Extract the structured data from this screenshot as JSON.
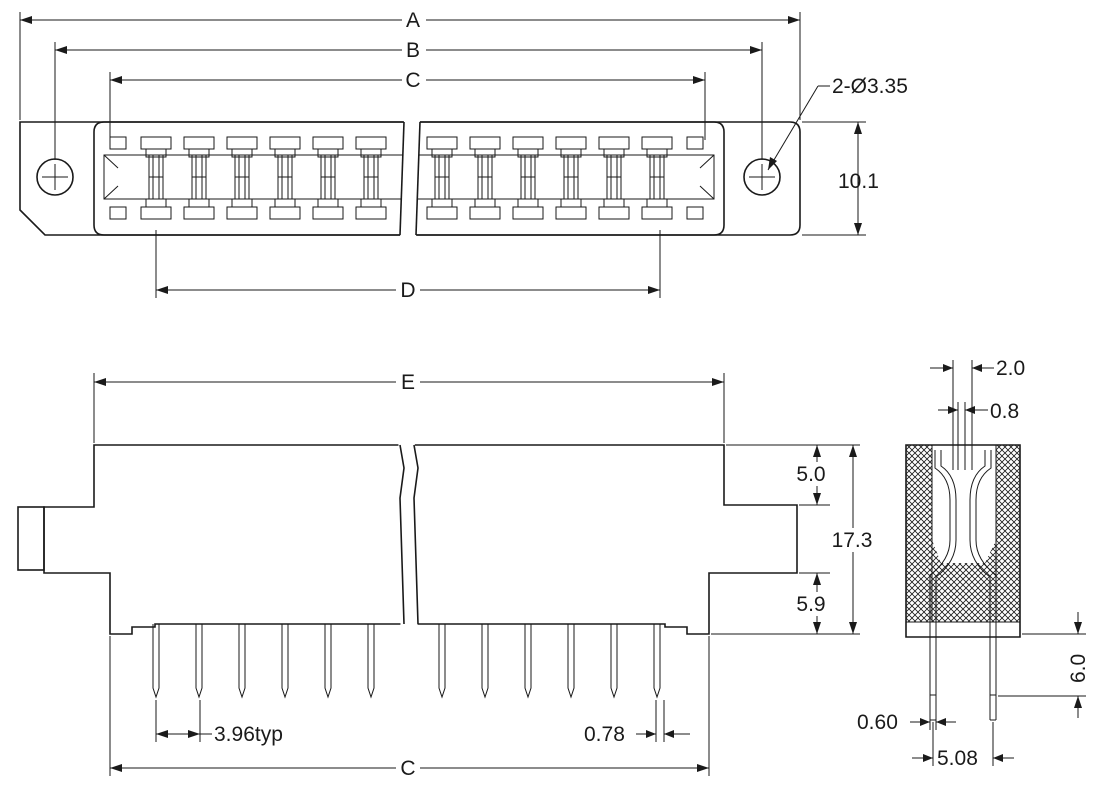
{
  "labels": {
    "A": "A",
    "B": "B",
    "C_top": "C",
    "D": "D",
    "E": "E",
    "C_bottom": "C",
    "hole": "2-Ø3.35",
    "height_top": "10.1",
    "h_5_0": "5.0",
    "h_17_3": "17.3",
    "h_5_9": "5.9",
    "pitch": "3.96typ",
    "pin_w": "0.78",
    "side_2_0": "2.0",
    "side_0_8": "0.8",
    "side_6_0": "6.0",
    "side_0_60": "0.60",
    "side_5_08": "5.08"
  },
  "colors": {
    "line": "#1a1a1a",
    "background": "#ffffff"
  },
  "contacts_per_half": 6
}
